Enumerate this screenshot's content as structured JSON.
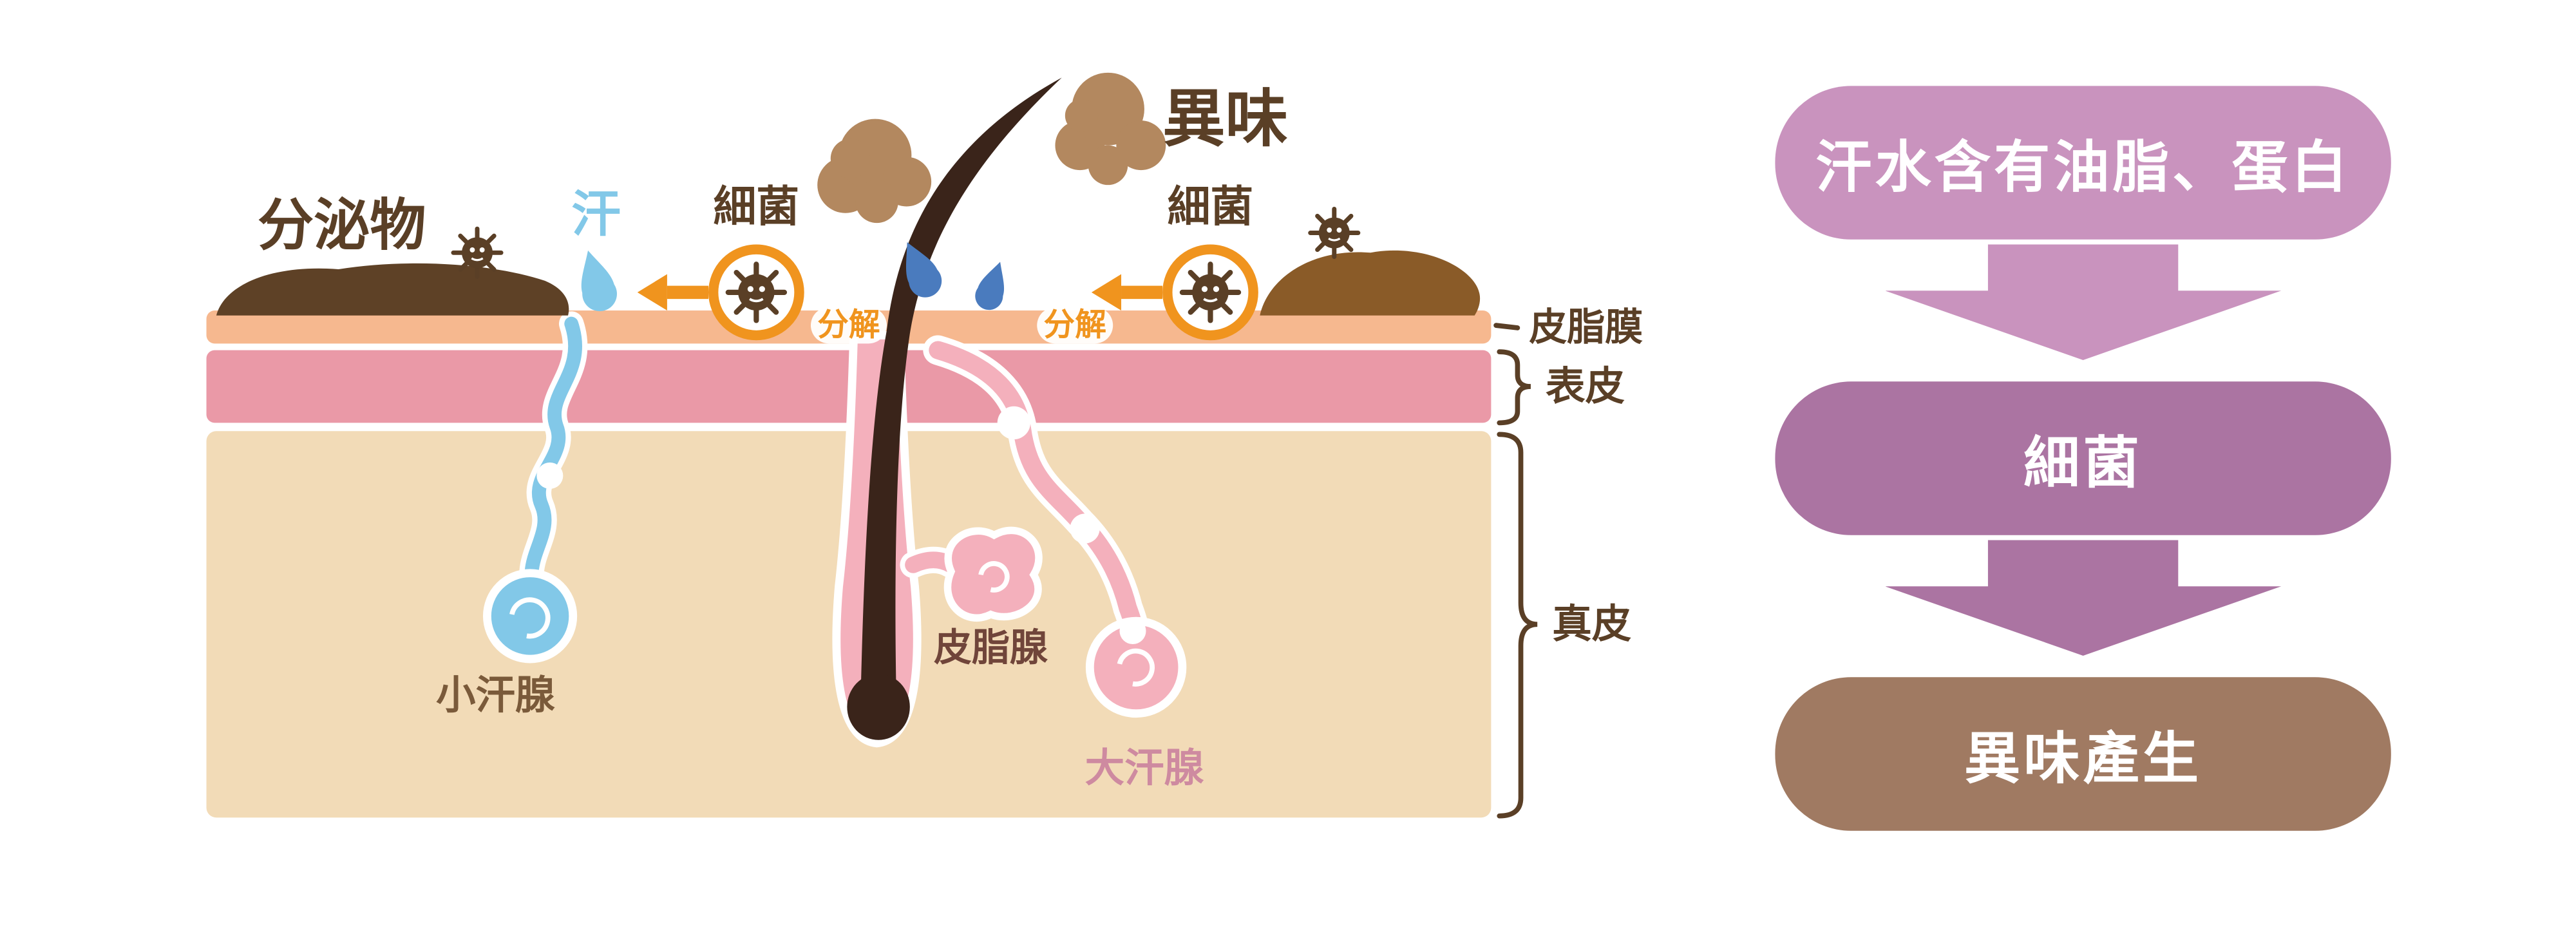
{
  "diagram": {
    "surface_labels": {
      "secretion": "分泌物",
      "sweat": "汗",
      "bacteria_left": "細菌",
      "decompose_left": "分解",
      "odor": "異味",
      "decompose_right": "分解",
      "bacteria_right": "細菌"
    },
    "layer_labels": {
      "sebum_film": "皮脂膜",
      "epidermis": "表皮",
      "dermis": "真皮"
    },
    "gland_labels": {
      "eccrine": "小汗腺",
      "sebaceous": "皮脂腺",
      "apocrine": "大汗腺"
    },
    "colors": {
      "sebum_film": "#F6B88F",
      "epidermis": "#EA99A7",
      "dermis": "#F2DBB7",
      "dark_brown_text": "#5A3F26",
      "orange_accent": "#F0941E",
      "sweat_light_blue": "#82C8E8",
      "sweat_deep_blue": "#4A7BBE",
      "gland_pink": "#F4B0BC",
      "odor_puff_brown": "#B3885F",
      "secretion_dark_brown": "#5E4126",
      "secretion_light_brown": "#8A5B28",
      "hair_brown": "#3A241A",
      "eccrine_label": "#7A5A3A",
      "sebaceous_label": "#70453A",
      "apocrine_label": "#CE8AA0"
    }
  },
  "flowchart": {
    "steps": [
      {
        "label": "汗水含有油脂、蛋白",
        "color": "#C993BE"
      },
      {
        "label": "細菌",
        "color": "#AB74A2"
      },
      {
        "label": "異味產生",
        "color": "#A07A62"
      }
    ],
    "text_color": "#FFFFFF"
  }
}
